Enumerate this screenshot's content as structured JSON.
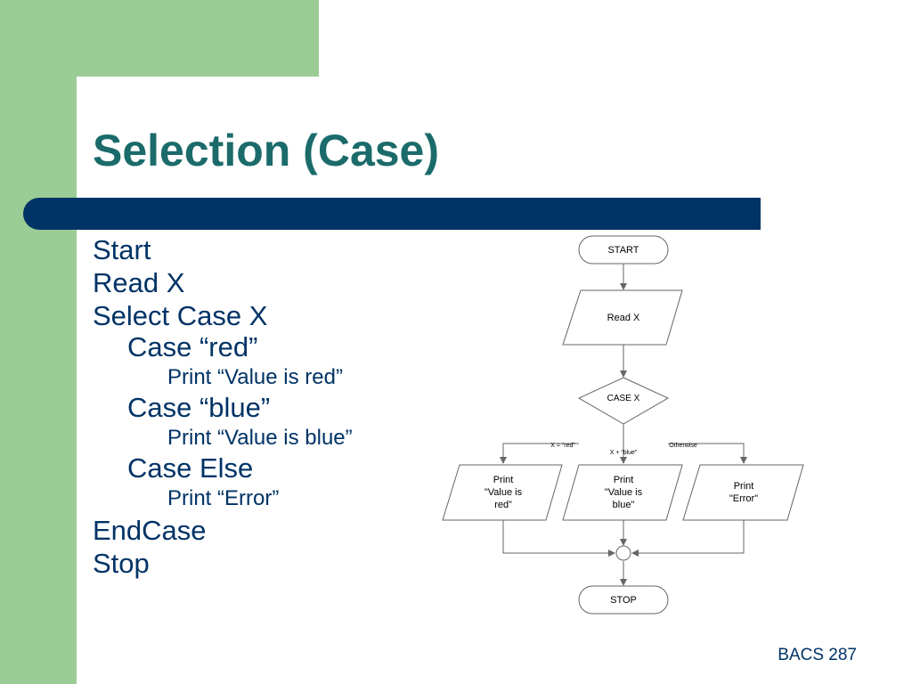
{
  "slide": {
    "title": "Selection (Case)",
    "footer": "BACS 287"
  },
  "pseudocode": [
    {
      "text": "Start",
      "level": 0
    },
    {
      "text": "Read X",
      "level": 0
    },
    {
      "text": "Select Case X",
      "level": 0
    },
    {
      "text": "Case “red”",
      "level": 1
    },
    {
      "text": "Print “Value is red”",
      "level": 2
    },
    {
      "text": "Case “blue”",
      "level": 1
    },
    {
      "text": "Print “Value is blue”",
      "level": 2
    },
    {
      "text": "Case Else",
      "level": 1
    },
    {
      "text": "Print “Error”",
      "level": 2
    },
    {
      "text": "EndCase",
      "level": 0
    },
    {
      "text": "Stop",
      "level": 0
    }
  ],
  "flowchart": {
    "start": "START",
    "read": "Read X",
    "decision": "CASE X",
    "branch_red": "X = “red”",
    "branch_blue": "X + “blue”",
    "branch_otherwise": "Otherwise",
    "print_red": [
      "Print",
      "\"Value is",
      "red”"
    ],
    "print_blue": [
      "Print",
      "\"Value is",
      "blue\""
    ],
    "print_error": [
      "Print",
      "\"Error\""
    ],
    "stop": "STOP"
  },
  "colors": {
    "green": "#9ccc95",
    "navy": "#003366",
    "title_teal": "#1c6b6b"
  }
}
